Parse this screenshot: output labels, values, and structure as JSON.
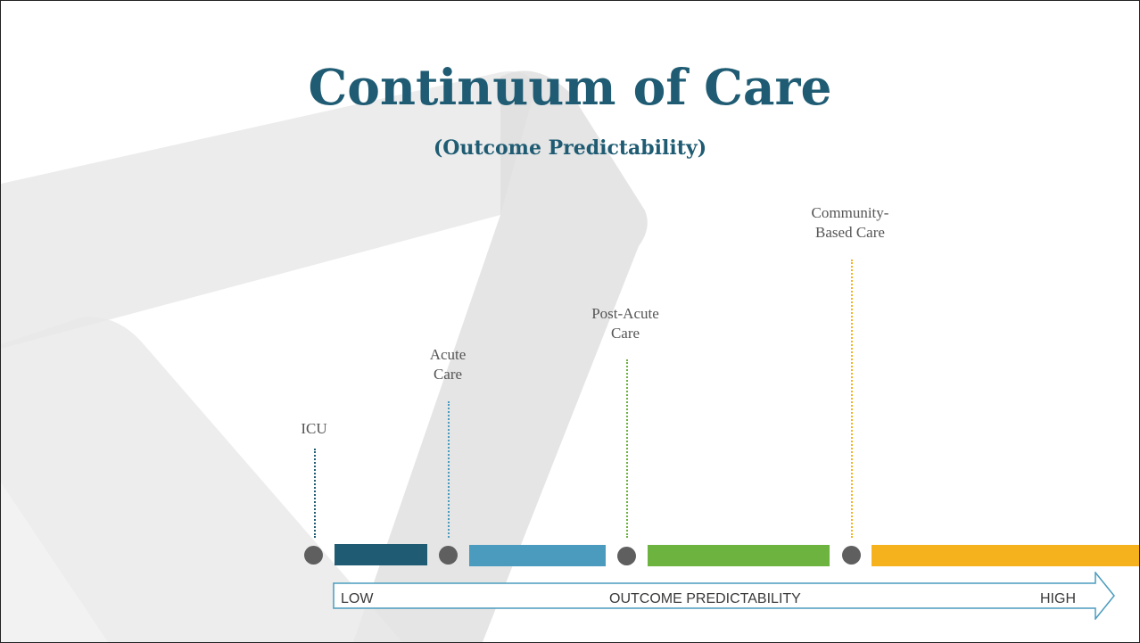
{
  "slide": {
    "title": "Continuum of Care",
    "subtitle": "(Outcome Predictability)"
  },
  "stages": [
    {
      "lines": [
        "ICU"
      ],
      "color": "#1f5c73"
    },
    {
      "lines": [
        "Acute",
        "Care"
      ],
      "color": "#4a9bbd"
    },
    {
      "lines": [
        "Post-Acute",
        "Care"
      ],
      "color": "#6db33f"
    },
    {
      "lines": [
        "Community-",
        "Based Care"
      ],
      "color": "#f6b21c"
    }
  ],
  "axis": {
    "low_label": "LOW",
    "center_label": "OUTCOME PREDICTABILITY",
    "high_label": "HIGH"
  }
}
